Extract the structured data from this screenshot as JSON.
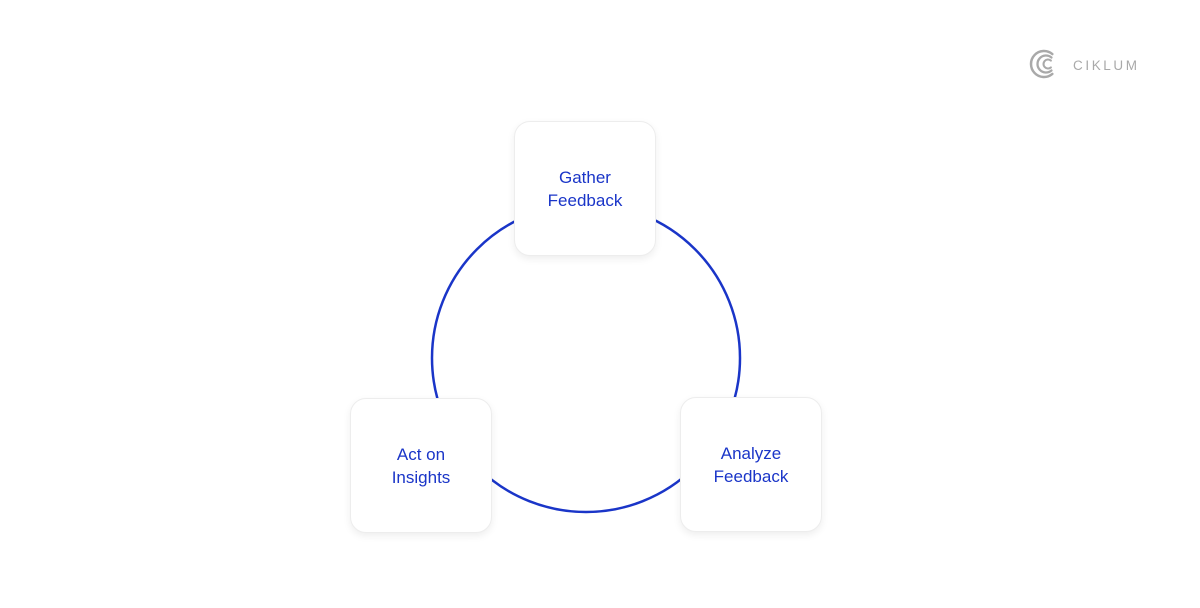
{
  "page": {
    "background": "#ffffff"
  },
  "header": {
    "logo": {
      "brand": "CIKLUM",
      "color": "#a9a9a9",
      "mark_icon": "ciklum-concentric-c-icon"
    }
  },
  "diagram": {
    "type": "cycle",
    "accent_color": "#1a35c8",
    "node_background": "#ffffff",
    "node_border_color": "#ededed",
    "nodes": [
      {
        "label": "Gather Feedback",
        "position": "top"
      },
      {
        "label": "Analyze Feedback",
        "position": "bottom-right"
      },
      {
        "label": "Act on Insights",
        "position": "bottom-left"
      }
    ]
  }
}
